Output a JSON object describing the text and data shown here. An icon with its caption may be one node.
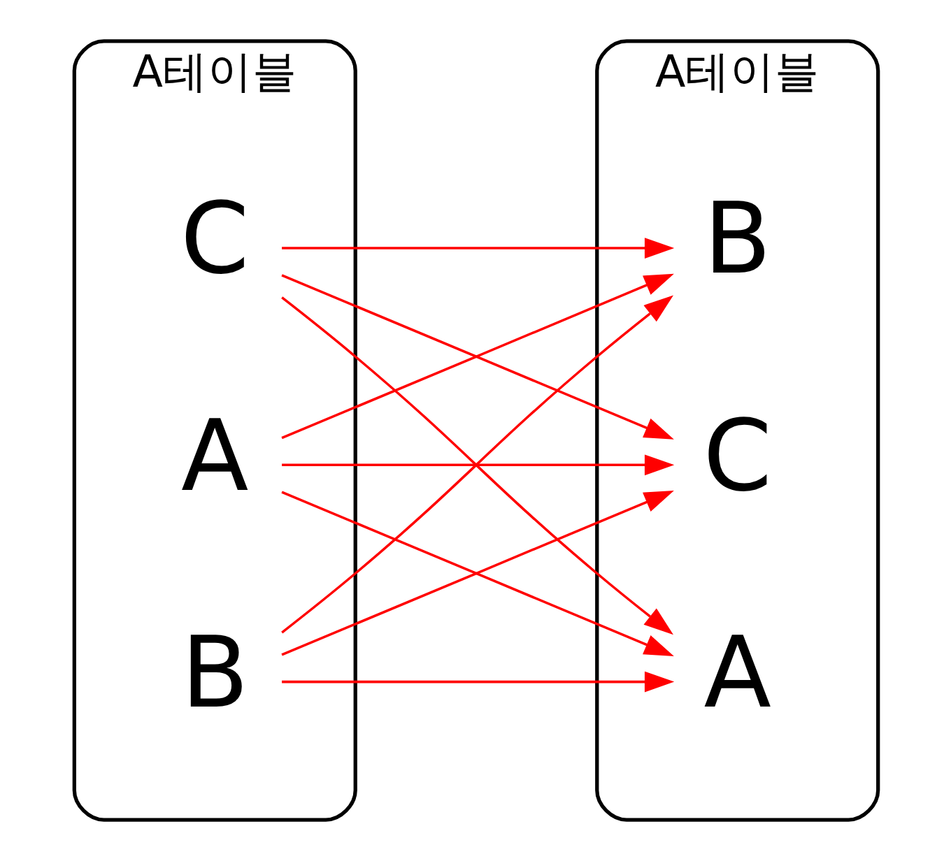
{
  "diagram": {
    "nodes": [
      {
        "text": [
          "A테이블"
        ]
      },
      {
        "text": [
          "A"
        ],
        "in": 0
      },
      {
        "text": [
          "B"
        ],
        "in": 0
      },
      {
        "text": [
          "C"
        ],
        "in": 0
      },
      {
        "text": [
          "A테이블"
        ]
      },
      {
        "text": [
          "A"
        ],
        "in": 4
      },
      {
        "text": [
          "B"
        ],
        "in": 4
      },
      {
        "text": [
          "C"
        ],
        "in": 4
      }
    ],
    "edges": [
      {
        "from": 1,
        "to": 5,
        "arrow": "to",
        "color": "#ff0000"
      },
      {
        "from": 1,
        "to": 6,
        "arrow": "to",
        "color": "#ff0000"
      },
      {
        "from": 1,
        "to": 7,
        "arrow": "to",
        "color": "#ff0000"
      },
      {
        "from": 2,
        "to": 5,
        "arrow": "to",
        "color": "#ff0000"
      },
      {
        "from": 2,
        "to": 6,
        "arrow": "to",
        "color": "#ff0000"
      },
      {
        "from": 2,
        "to": 7,
        "arrow": "to",
        "color": "#ff0000"
      },
      {
        "from": 3,
        "to": 5,
        "arrow": "to",
        "color": "#ff0000"
      },
      {
        "from": 3,
        "to": 6,
        "arrow": "to",
        "color": "#ff0000"
      },
      {
        "from": 3,
        "to": 7,
        "arrow": "to",
        "color": "#ff0000"
      }
    ]
  }
}
